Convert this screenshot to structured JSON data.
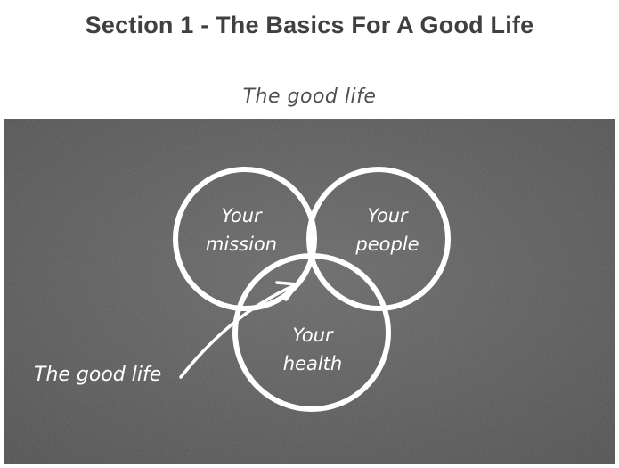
{
  "page_title": "Section 1 - The Basics For A Good Life",
  "diagram": {
    "caption": "The good life",
    "circles": [
      {
        "line1": "Your",
        "line2": "mission"
      },
      {
        "line1": "Your",
        "line2": "people"
      },
      {
        "line1": "Your",
        "line2": "health"
      }
    ],
    "pointer_label": "The good life"
  },
  "colors": {
    "title": "#404040",
    "board": "#5d5d5d",
    "chalk": "#ffffff"
  }
}
